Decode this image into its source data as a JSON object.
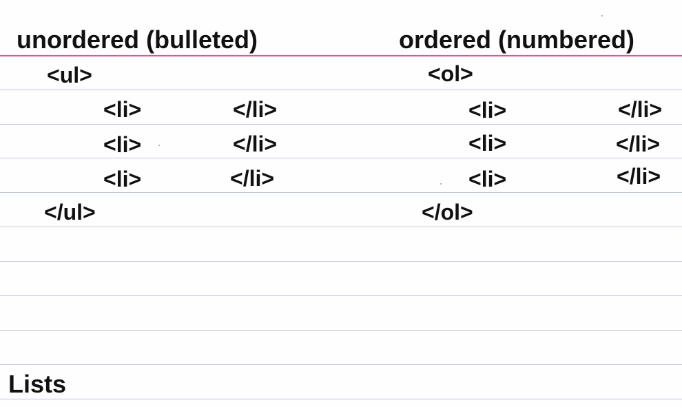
{
  "card": {
    "left_heading": "unordered (bulleted)",
    "right_heading": "ordered (numbered)",
    "unordered": {
      "open_tag": "<ul>",
      "items": [
        {
          "open": "<li>",
          "close": "</li>"
        },
        {
          "open": "<li>",
          "close": "</li>"
        },
        {
          "open": "<li>",
          "close": "</li>"
        }
      ],
      "close_tag": "</ul>"
    },
    "ordered": {
      "open_tag": "<ol>",
      "items": [
        {
          "open": "<li>",
          "close": "</li>"
        },
        {
          "open": "<li>",
          "close": "</li>"
        },
        {
          "open": "<li>",
          "close": "</li>"
        }
      ],
      "close_tag": "</ol>"
    },
    "footer_label": "Lists"
  },
  "colors": {
    "header_rule": "#e0598a",
    "line_rule": "#b9c6e6",
    "text": "#111111",
    "paper": "#fefefe"
  }
}
